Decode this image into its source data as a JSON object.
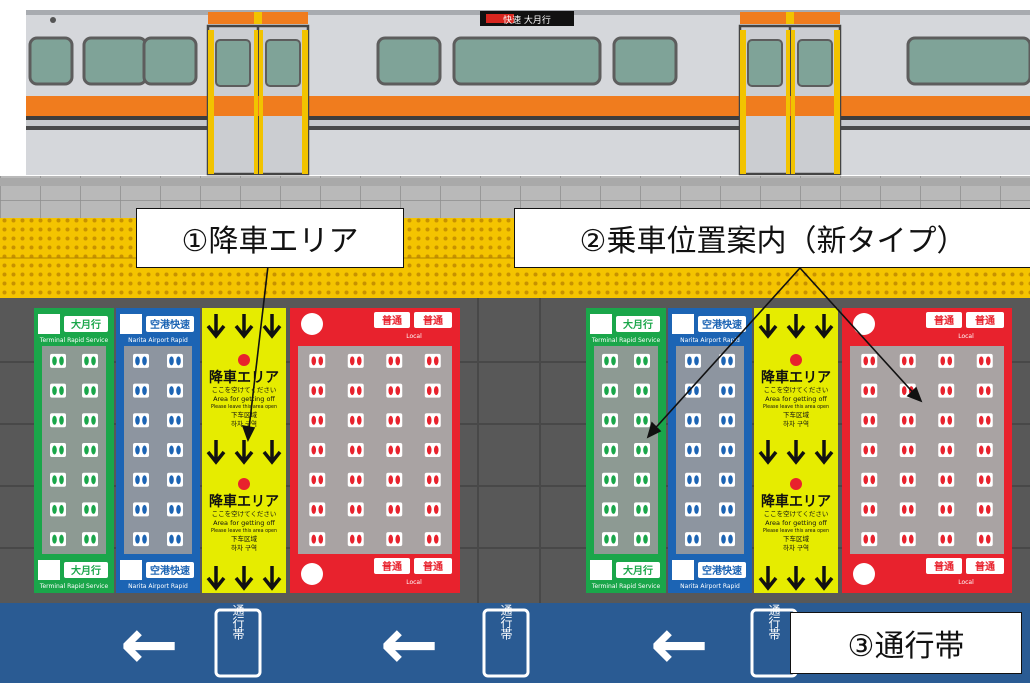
{
  "train": {
    "destination_sign": "快速 大月行",
    "body_color": "#d5d7db",
    "stripe_color": "#f07c1e",
    "door_pole_color": "#f2c300"
  },
  "callouts": {
    "alighting_area": "①降車エリア",
    "boarding_guide": "②乗車位置案内（新タイプ）",
    "passage_zone": "③通行帯"
  },
  "floor_guide": {
    "alighting_label_ja": "降車エリア",
    "alighting_sub_ja": "ここを空けてください",
    "alighting_label_en": "Area for getting off",
    "alighting_sub_en": "Please leave this area open",
    "alighting_label_zh": "下车区域",
    "alighting_label_ko": "하차 구역",
    "green_service": "大月行",
    "green_service_en": "Terminal Rapid Service",
    "blue_service": "空港快速",
    "blue_service_en": "Narita Airport Rapid",
    "red_service": "普通",
    "red_service_en": "Local",
    "colors": {
      "green": "#1aa64a",
      "blue": "#1c64b4",
      "yellow": "#e6ec00",
      "red": "#e8222d",
      "tactile": "#f4c400",
      "passage": "#2a5b93"
    }
  },
  "passage": {
    "arrow_glyph": "←",
    "sign_text": "通行帯"
  }
}
